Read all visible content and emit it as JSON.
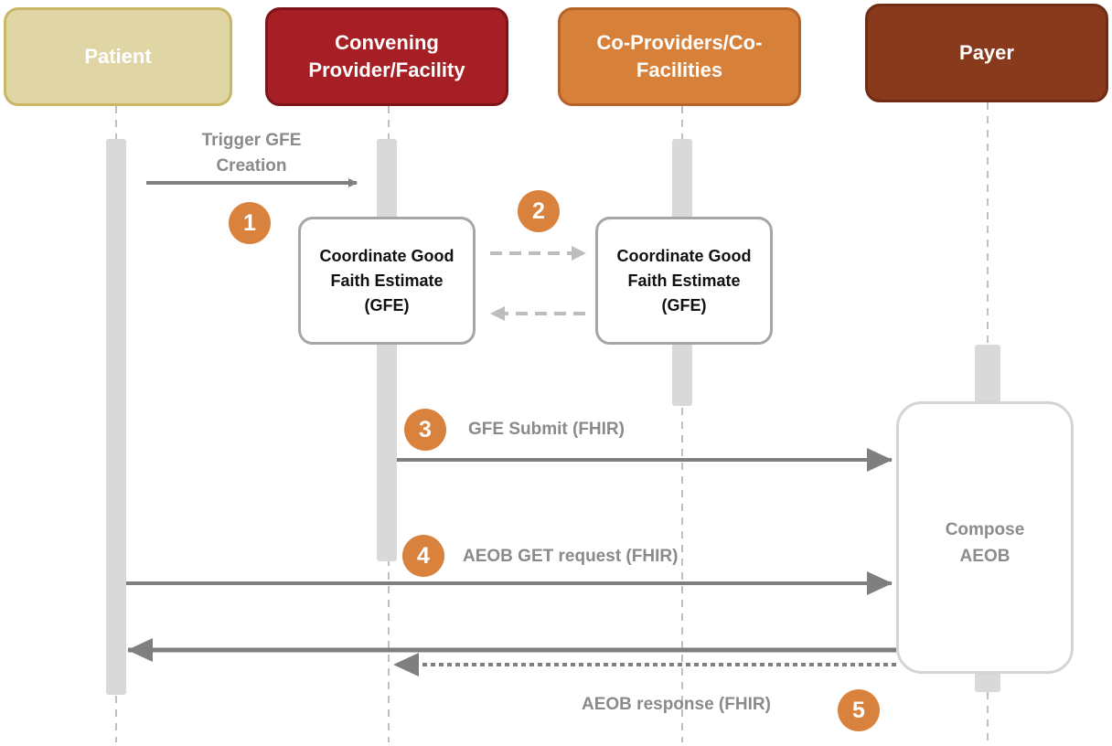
{
  "actors": {
    "patient": "Patient",
    "convening": "Convening Provider/Facility",
    "coproviders": "Co-Providers/Co-Facilities",
    "payer": "Payer"
  },
  "processes": {
    "gfe_left": "Coordinate Good Faith Estimate (GFE)",
    "gfe_right": "Coordinate Good Faith Estimate (GFE)",
    "compose_aeob": "Compose AEOB"
  },
  "messages": {
    "trigger": "Trigger GFE Creation",
    "gfe_submit": "GFE Submit (FHIR)",
    "aeob_get": "AEOB GET request (FHIR)",
    "aeob_response": "AEOB response (FHIR)"
  },
  "steps": [
    "1",
    "2",
    "3",
    "4",
    "5"
  ],
  "colors": {
    "patient": "#e0d5a4",
    "convening": "#a61f24",
    "coproviders": "#d6803a",
    "payer": "#8a3a1c",
    "step_badge": "#d9823d",
    "arrow": "#7f7f7f",
    "lifeline_bar": "#d9d9d9"
  }
}
